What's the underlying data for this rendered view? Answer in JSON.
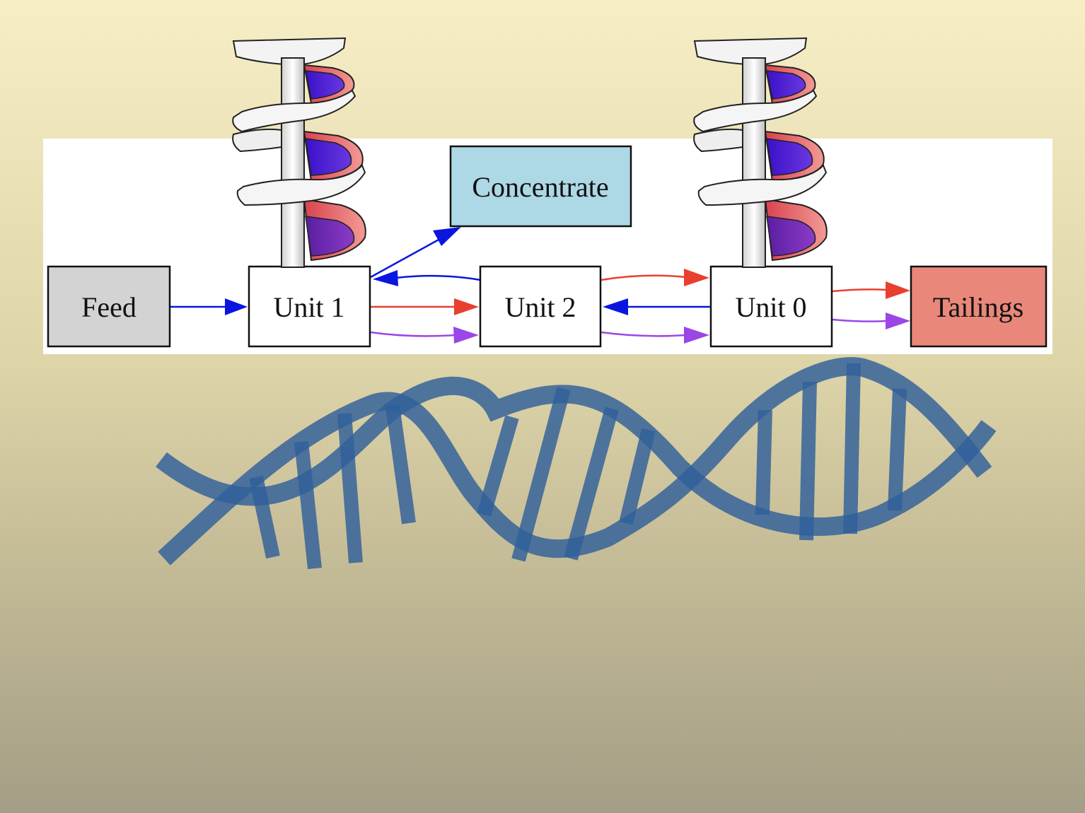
{
  "diagram": {
    "nodes": {
      "feed": {
        "label": "Feed",
        "fill": "#d3d3d3"
      },
      "unit1": {
        "label": "Unit 1",
        "fill": "#ffffff"
      },
      "unit2": {
        "label": "Unit 2",
        "fill": "#ffffff"
      },
      "unit0": {
        "label": "Unit 0",
        "fill": "#ffffff"
      },
      "concentrate": {
        "label": "Concentrate",
        "fill": "#add8e6"
      },
      "tailings": {
        "label": "Tailings",
        "fill": "#e9887a"
      }
    },
    "edges": [
      {
        "from": "Feed",
        "to": "Unit 1",
        "color": "blue"
      },
      {
        "from": "Unit 1",
        "to": "Concentrate",
        "color": "blue"
      },
      {
        "from": "Unit 1",
        "to": "Unit 2",
        "color": "red"
      },
      {
        "from": "Unit 1",
        "to": "Unit 2",
        "color": "purple"
      },
      {
        "from": "Unit 2",
        "to": "Unit 1",
        "color": "blue"
      },
      {
        "from": "Unit 2",
        "to": "Unit 0",
        "color": "red"
      },
      {
        "from": "Unit 2",
        "to": "Unit 0",
        "color": "purple"
      },
      {
        "from": "Unit 0",
        "to": "Unit 2",
        "color": "blue"
      },
      {
        "from": "Unit 0",
        "to": "Tailings",
        "color": "red"
      },
      {
        "from": "Unit 0",
        "to": "Tailings",
        "color": "purple"
      }
    ]
  },
  "colors": {
    "blue": "#0a16e0",
    "red": "#e8402e",
    "purple": "#9b46e6",
    "dna": "#2f5f9a"
  },
  "icons": [
    "spiral-concentrator-icon",
    "spiral-concentrator-icon",
    "dna-helix-icon"
  ]
}
